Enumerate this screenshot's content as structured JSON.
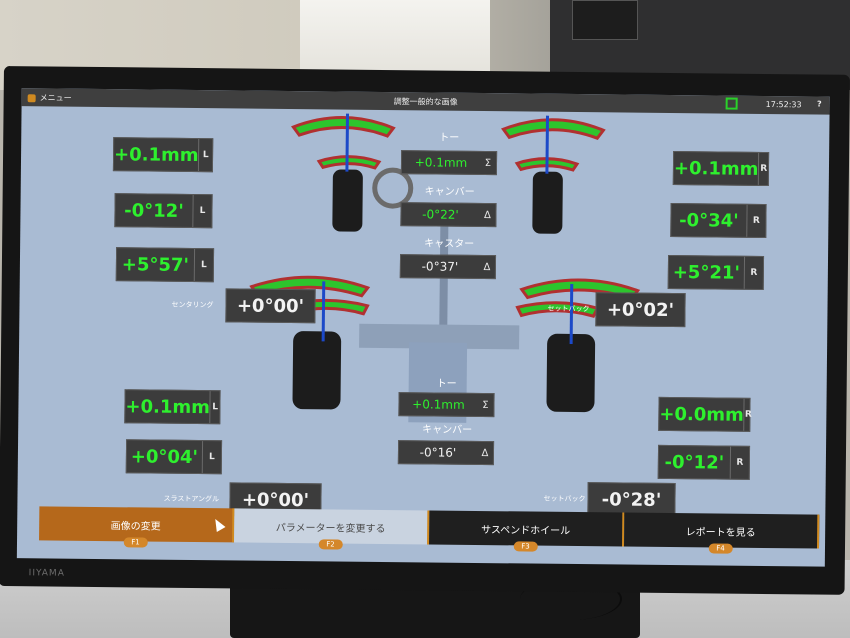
{
  "titlebar": {
    "menu_label": "メニュー",
    "title": "調整一般的な画像",
    "clock": "17:52:33",
    "help": "?"
  },
  "front": {
    "toe_label": "トー",
    "camber_label": "キャンバー",
    "caster_label": "キャスター",
    "toe_left": "+0.1mm",
    "toe_total": "+0.1mm",
    "toe_right": "+0.1mm",
    "camber_left": "-0°12'",
    "camber_center": "-0°22'",
    "camber_right": "-0°34'",
    "caster_left": "+5°57'",
    "caster_center": "-0°37'",
    "caster_right": "+5°21'",
    "centering_label": "センタリング",
    "centering_value": "+0°00'",
    "setback_label": "セットバック",
    "setback_value": "+0°02'"
  },
  "rear": {
    "toe_label": "トー",
    "camber_label": "キャンバー",
    "toe_left": "+0.1mm",
    "toe_total": "+0.1mm",
    "toe_right": "+0.0mm",
    "camber_left": "+0°04'",
    "camber_center": "-0°16'",
    "camber_right": "-0°12'",
    "thrust_label": "スラストアングル",
    "thrust_value": "+0°00'",
    "setback_label": "セットバック",
    "setback_value": "-0°28'"
  },
  "side": {
    "left": "L",
    "right": "R",
    "sum": "Σ",
    "delta": "Δ"
  },
  "fkeys": [
    {
      "label": "画像の変更",
      "num": "F1"
    },
    {
      "label": "パラメーターを変更する",
      "num": "F2"
    },
    {
      "label": "サスペンドホイール",
      "num": "F3"
    },
    {
      "label": "レポートを見る",
      "num": "F4"
    }
  ],
  "monitor_brand": "IIYAMA",
  "colors": {
    "green": "#2ef02e",
    "orange": "#b5681b",
    "screen": "#a9bbd3"
  },
  "icons": [
    "app-icon",
    "network-icon",
    "cursor-icon"
  ]
}
